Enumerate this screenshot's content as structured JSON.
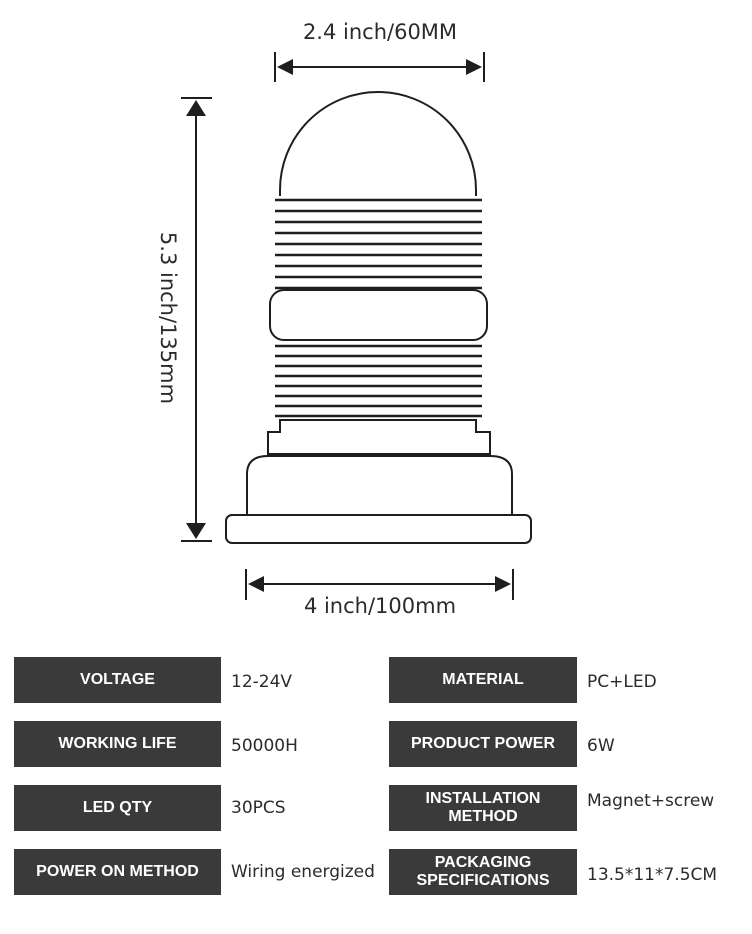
{
  "dimensions": {
    "width": "2.4 inch/60MM",
    "height": "5.3 inch/135mm",
    "base": "4 inch/100mm"
  },
  "specs": [
    {
      "label": "VOLTAGE",
      "value": "12-24V"
    },
    {
      "label": "WORKING LIFE",
      "value": "50000H"
    },
    {
      "label": "LED QTY",
      "value": "30PCS"
    },
    {
      "label": "POWER ON METHOD",
      "value": "Wiring energized"
    },
    {
      "label": "MATERIAL",
      "value": "PC+LED"
    },
    {
      "label": "PRODUCT POWER",
      "value": "6W"
    },
    {
      "label": "INSTALLATION\nMETHOD",
      "value": "Magnet+screw"
    },
    {
      "label": "PACKAGING\nSPECIFICATIONS",
      "value": "13.5*11*7.5CM"
    }
  ],
  "colors": {
    "label_bg": "#3a3a3a",
    "label_text": "#ffffff",
    "line": "#1e1e1e"
  }
}
